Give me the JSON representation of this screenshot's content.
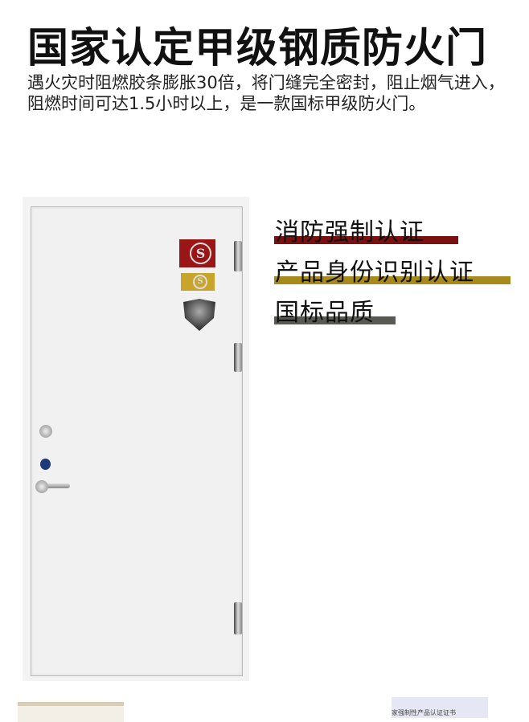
{
  "header": {
    "title": "国家认定甲级钢质防火门",
    "description": "遇火灾时阻燃胶条膨胀30倍，将门缝完全密封，阻止烟气进入，阻燃时间可达1.5小时以上，是一款国标甲级防火门。"
  },
  "features": [
    {
      "label": "消防强制认证",
      "color": "#7b1010"
    },
    {
      "label": "产品身份识别认证",
      "color": "#a88a1c"
    },
    {
      "label": "国标品质",
      "color": "#5a5a55"
    }
  ],
  "door": {
    "badges": [
      "fire-certification-badge",
      "identity-certification-badge",
      "national-standard-shield"
    ]
  },
  "certificate": {
    "right_caption": "家强制性产品认证证书"
  }
}
